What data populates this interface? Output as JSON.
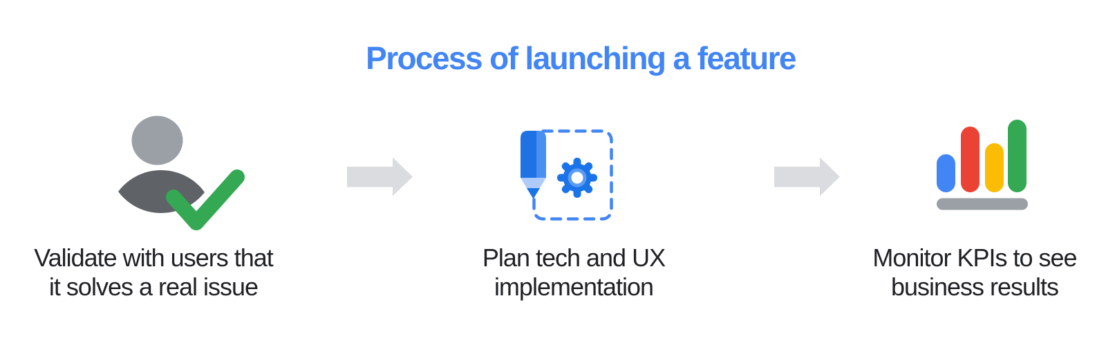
{
  "title": "Process of launching a feature",
  "steps": [
    {
      "name": "validate",
      "icon": "person-with-checkmark-icon",
      "lines": [
        "Validate with users that",
        "it solves a real issue"
      ]
    },
    {
      "name": "plan",
      "icon": "pencil-and-gear-icon",
      "lines": [
        "Plan tech and UX",
        "implementation"
      ]
    },
    {
      "name": "monitor",
      "icon": "bar-chart-icon",
      "lines": [
        "Monitor KPIs to see",
        "business results"
      ]
    }
  ],
  "arrows": [
    {
      "name": "arrow-right-1"
    },
    {
      "name": "arrow-right-2"
    }
  ],
  "colors": {
    "background": "#FFFFFF",
    "title_blue": "#4285F4",
    "text_dark": "#202124",
    "arrow_gray": "#DADCE0",
    "person_head_gray": "#9AA0A6",
    "person_body_gray": "#5F6368",
    "check_green": "#34A853",
    "pencil_blue": "#1E72E4",
    "pencil_blue_light": "#4A90F2",
    "pencil_tip_light": "#AECBFA",
    "pencil_point_blue": "#1A73E8",
    "gear_blue": "#1A73E8",
    "gear_ring_light": "#5B9BF3",
    "gear_hole_white": "#FFFFFF",
    "dashed_border_blue": "#4285F4",
    "bar_blue": "#4285F4",
    "bar_red": "#EA4335",
    "bar_yellow": "#FBBC04",
    "bar_green": "#34A853",
    "chart_base_gray": "#9AA0A6"
  }
}
